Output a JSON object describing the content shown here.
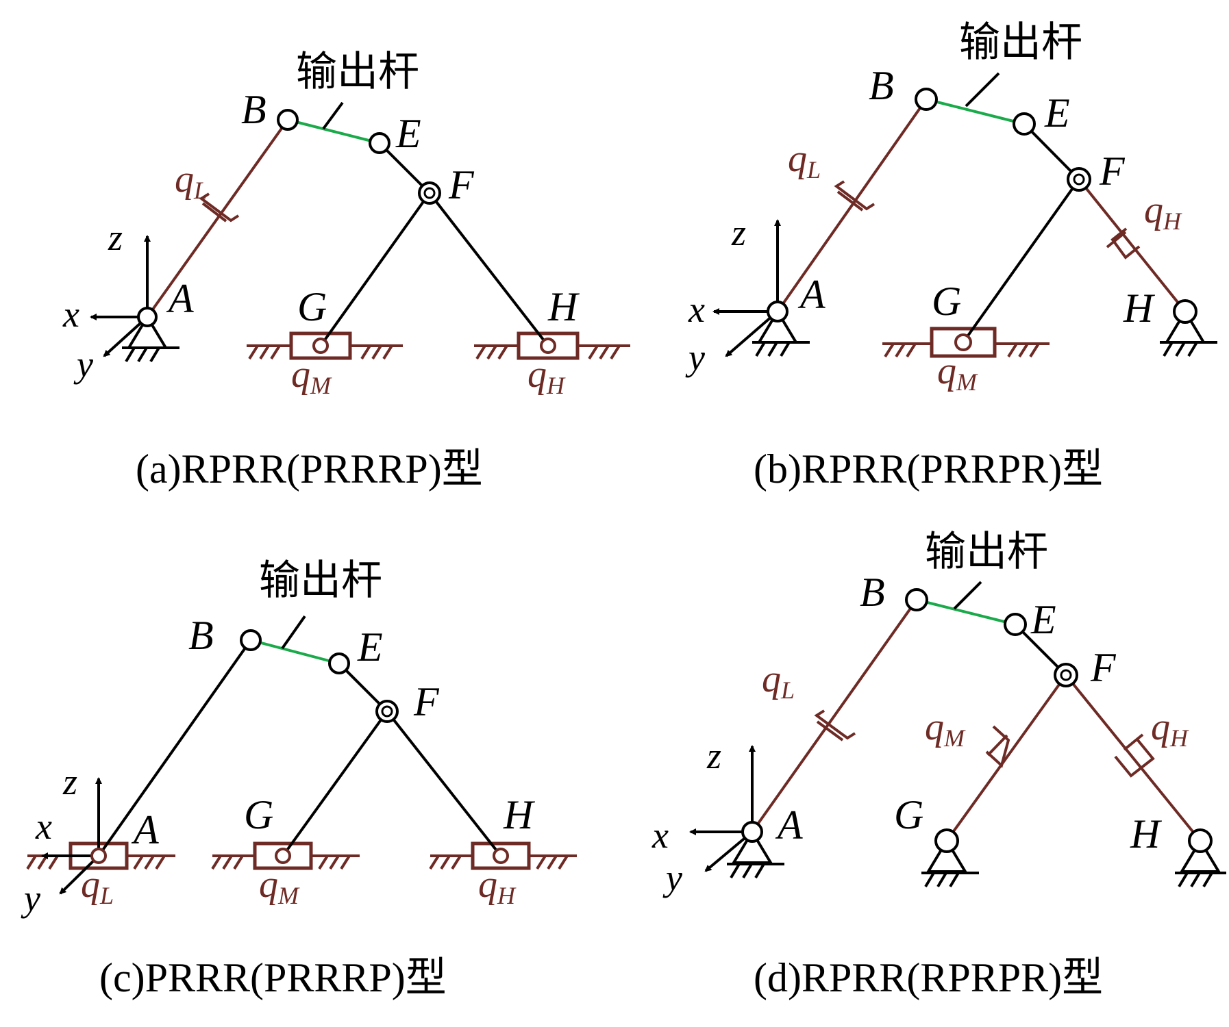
{
  "colors": {
    "link": "#000000",
    "actuated": "#6e2a24",
    "output": "#1aaa4a"
  },
  "output_label": "输出杆",
  "points": {
    "A": "A",
    "B": "B",
    "E": "E",
    "F": "F",
    "G": "G",
    "H": "H"
  },
  "axes": {
    "x": "x",
    "y": "y",
    "z": "z"
  },
  "q": {
    "sym": "q",
    "L": "L",
    "M": "M",
    "H": "H"
  },
  "panels": [
    {
      "id": "a",
      "caption": "(a)RPRR(PRRRP)型"
    },
    {
      "id": "b",
      "caption": "(b)RPRR(PRRPR)型"
    },
    {
      "id": "c",
      "caption": "(c)PRRR(PRRRP)型"
    },
    {
      "id": "d",
      "caption": "(d)RPRR(RPRPR)型"
    }
  ]
}
